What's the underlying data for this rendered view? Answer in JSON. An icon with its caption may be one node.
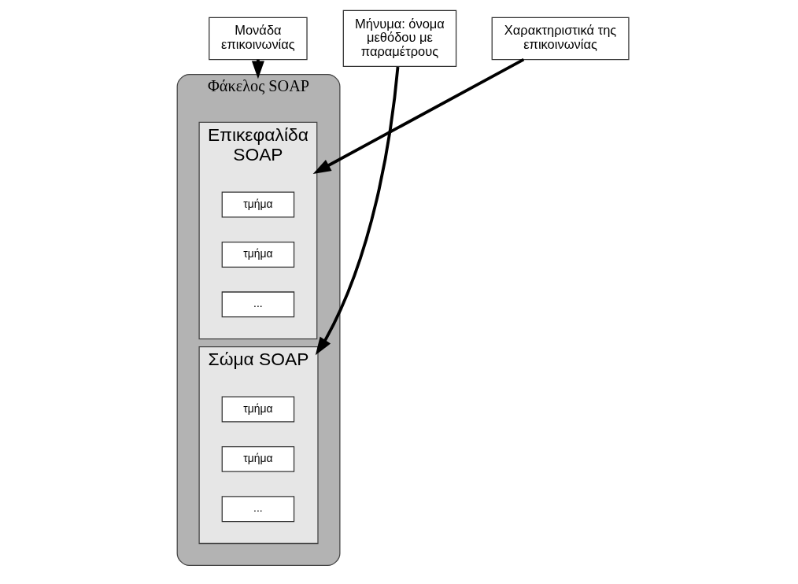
{
  "diagram": {
    "nodes": [
      {
        "text": [
          "Μονάδα επικοινωνίας"
        ]
      },
      {
        "text": [
          "Φάκελος SOAP"
        ]
      },
      {
        "text": [
          "Επικεφαλίδα SOAP"
        ],
        "in": 1
      },
      {
        "text": [
          "τμήμα"
        ],
        "in": 2
      },
      {
        "text": [
          "τμήμα"
        ],
        "in": 2
      },
      {
        "text": [
          "..."
        ],
        "in": 2
      },
      {
        "text": [
          "Χαρακτηριστικά της επικοινωνίας"
        ]
      },
      {
        "text": [
          "Σώμα SOAP"
        ],
        "in": 1
      },
      {
        "text": [
          "τμήμα"
        ],
        "in": 7
      },
      {
        "text": [
          "τμήμα"
        ],
        "in": 7
      },
      {
        "text": [
          "..."
        ],
        "in": 7
      },
      {
        "text": [
          "Μήνυμα: όνομα μεθόδου με παραμέτρους"
        ]
      }
    ],
    "edges": [
      {
        "from": 0,
        "to": 1,
        "arrow": "to"
      },
      {
        "from": 6,
        "to": 2,
        "arrow": "to"
      },
      {
        "from": 11,
        "to": 7,
        "arrow": "to"
      }
    ]
  }
}
